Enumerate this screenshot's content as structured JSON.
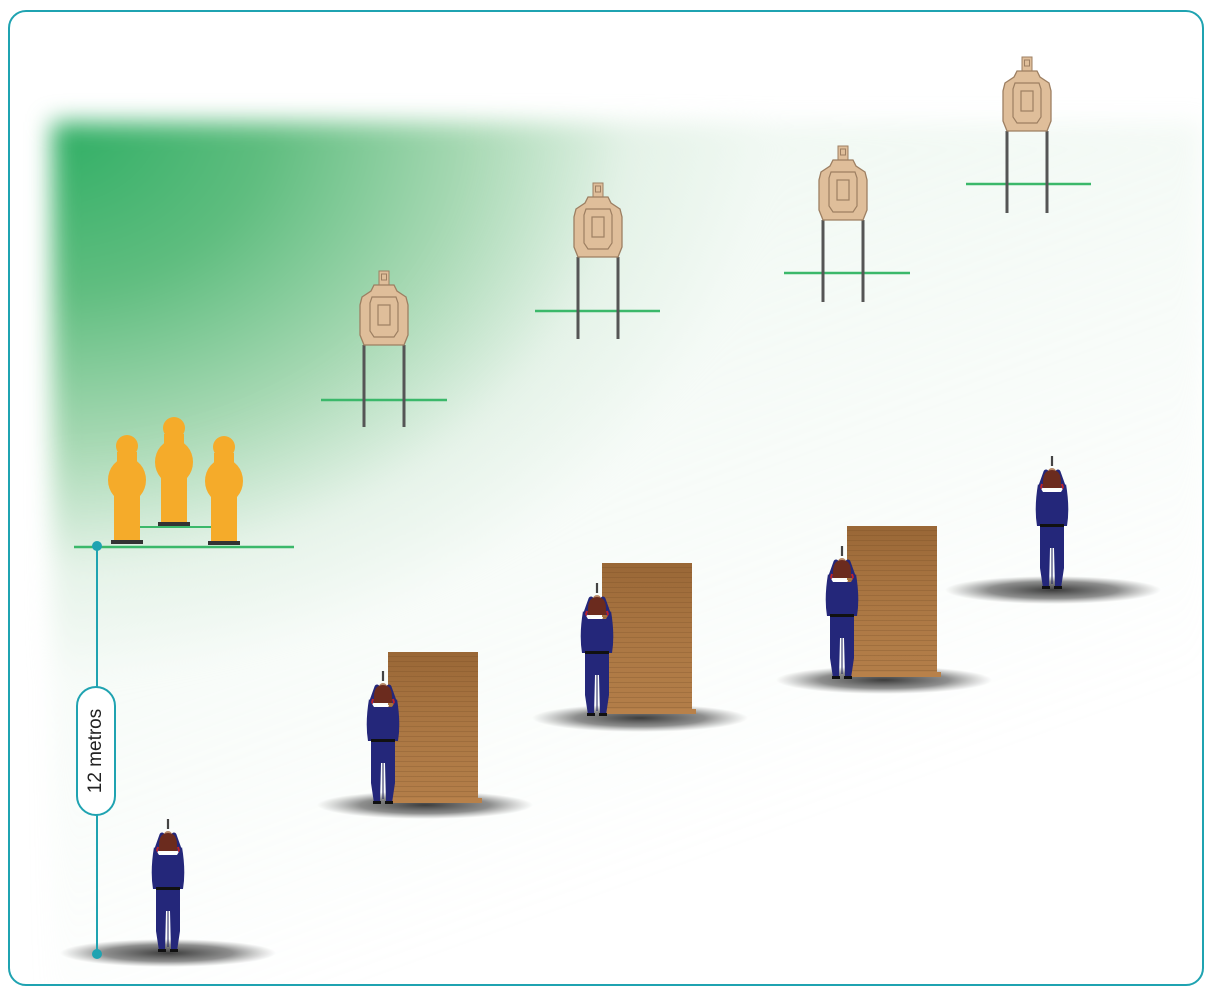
{
  "diagram": {
    "distance_label": "12 metros",
    "colors": {
      "frame": "#1fa3b1",
      "grass": "#2eae64",
      "ground_line": "#3bb86a",
      "silhouette_target": "#f5ab2a",
      "paper_target": "#dfbe9a",
      "barricade": "#a9743f",
      "shooter_uniform": "#24277a",
      "measure_line": "#1fa3b1"
    },
    "elements": {
      "silhouette_targets": 3,
      "paper_targets": 4,
      "barricades": 3,
      "shooters": 5
    }
  }
}
